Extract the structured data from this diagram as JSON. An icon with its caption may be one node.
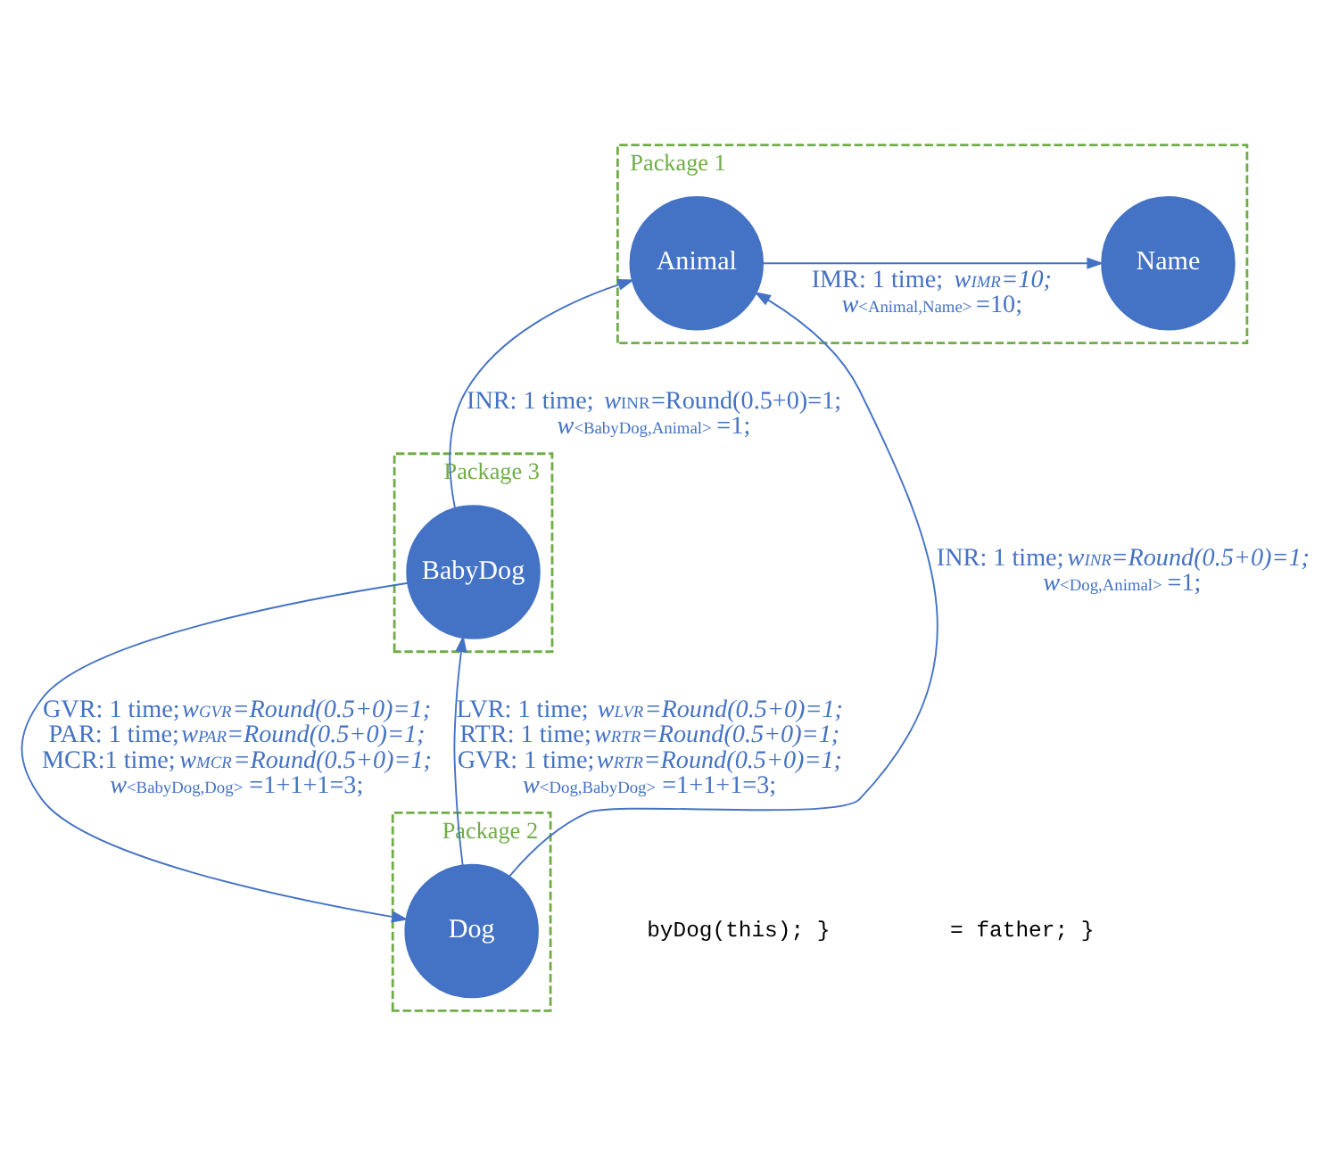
{
  "diagram": {
    "nodes": [
      {
        "text": [
          "Package 1"
        ]
      },
      {
        "text": [
          "Animal"
        ],
        "in": 0
      },
      {
        "text": [
          "Name"
        ],
        "in": 0
      },
      {
        "text": [
          "Package 3"
        ]
      },
      {
        "text": [
          "BabyDog"
        ],
        "in": 3
      },
      {
        "text": [
          "Package 2"
        ]
      },
      {
        "text": [
          "Dog"
        ],
        "in": 5
      }
    ],
    "edges": [
      {
        "from": 1,
        "to": 2,
        "arrow": "to",
        "label": "IMR: 1 time; *w$_{IMR}$=10;* *w*$_{<Animal,Name>}$=10;"
      },
      {
        "from": 6,
        "to": 1,
        "arrow": "to",
        "label": "INR: 1 time;*w$_{INR}$=Round(0.5+0)=1;* *w*$_{<Dog,Animal>}$=1;"
      },
      {
        "from": 4,
        "to": 1,
        "arrow": "to",
        "label": "INR: 1 time; *w*$_{INR}$=Round(0.5+0)=1; *w*$_{<BabyDog,Animal>}$=1;"
      },
      {
        "from": 6,
        "to": 4,
        "arrow": "to",
        "label": "LVR: 1 time; *w$_{LVR}$=Round(0.5+0)=1;* RTR: 1 time;*w$_{RTR}$=Round(0.5+0)=1;* GVR: 1 time;*w$_{RTR}$=Round(0.5+0)=1;* *w*$_{<Dog,BabyDog>}$=1+1+1=3;"
      },
      {
        "from": 4,
        "to": 6,
        "arrow": "to",
        "label": "GVR: 1 time;*w$_{GVR}$=Round(0.5+0)=1;* PAR: 1 time;*w$_{PAR}$=Round(0.5+0)=1;* MCR:1 time;*w$_{MCR}$=Round(0.5+0)=1;* *w*$_{<BabyDog,Dog>}$=1+1+1=3;"
      }
    ],
    "labels": [
      "byDog(this); }",
      "= father; }"
    ]
  }
}
